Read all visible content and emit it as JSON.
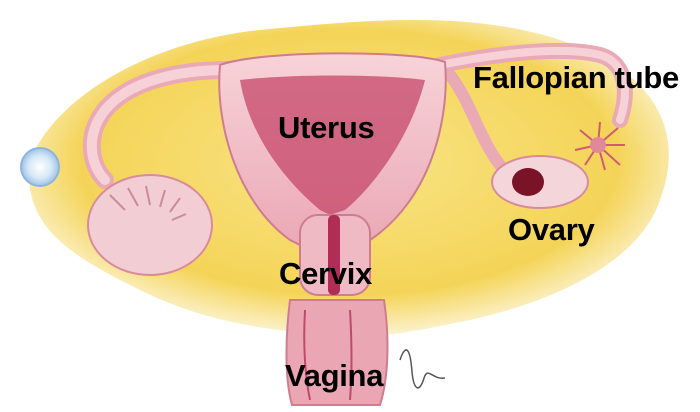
{
  "labels": {
    "uterus": "Uterus",
    "fallopian_tube": "Fallopian tube",
    "ovary": "Ovary",
    "cervix": "Cervix",
    "vagina": "Vagina"
  },
  "colors": {
    "background_wash": "#f6d94e",
    "tissue_light": "#f3c4cc",
    "tissue_mid": "#e79aa9",
    "tissue_dark": "#c2395e",
    "ovum": "#cfe3f5",
    "ovary_follicle": "#7a1228",
    "label_text": "#000000"
  }
}
